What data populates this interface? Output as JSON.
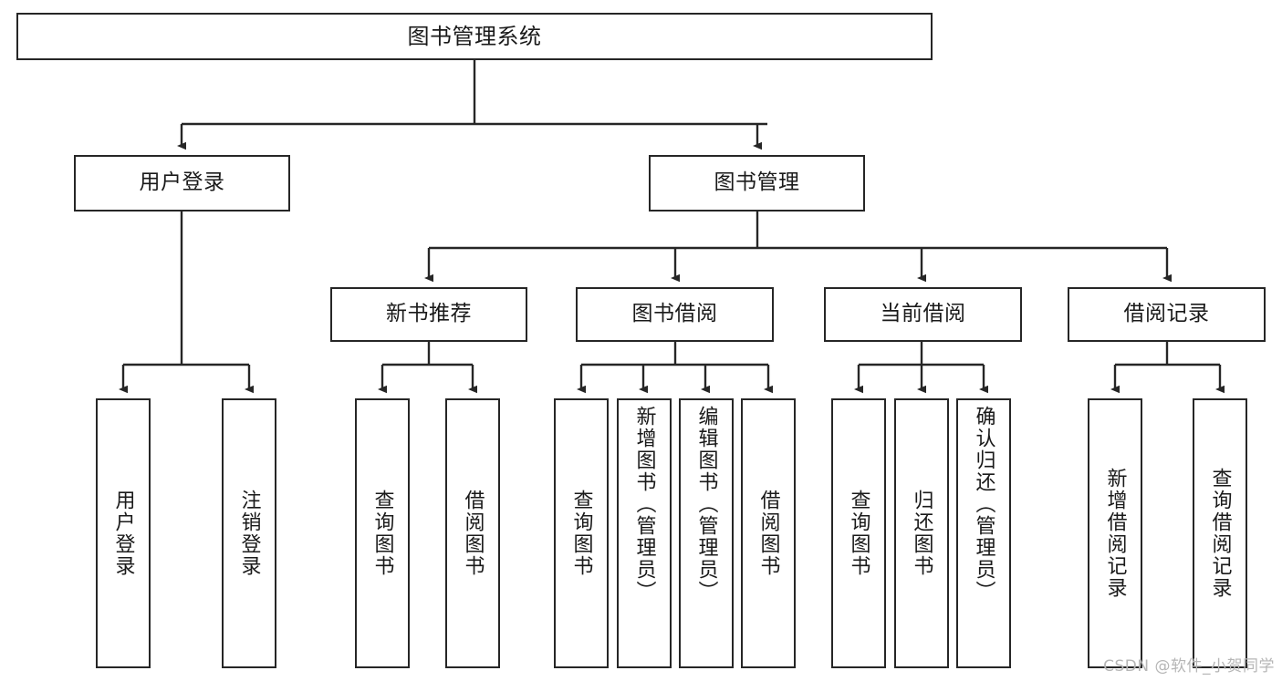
{
  "diagram": {
    "title": "图书管理系统",
    "type": "tree",
    "background_color": "#ffffff",
    "border_color": "#262626",
    "text_color": "#1a1a1a",
    "watermark": "CSDN @软件_小贺同学",
    "levels": {
      "root": "图书管理系统",
      "level2": [
        "用户登录",
        "图书管理"
      ],
      "level3": [
        "新书推荐",
        "图书借阅",
        "当前借阅",
        "借阅记录"
      ]
    },
    "nodes": {
      "root": {
        "label": "图书管理系统"
      },
      "user_login": {
        "label": "用户登录"
      },
      "book_manage": {
        "label": "图书管理"
      },
      "new_book_rec": {
        "label": "新书推荐"
      },
      "book_borrow": {
        "label": "图书借阅"
      },
      "current_borrow": {
        "label": "当前借阅"
      },
      "borrow_record": {
        "label": "借阅记录"
      },
      "leaf_user_login": {
        "label": "用户登录"
      },
      "leaf_user_logout": {
        "label": "注销登录"
      },
      "leaf_query_book_1": {
        "label": "查询图书"
      },
      "leaf_borrow_book_1": {
        "label": "借阅图书"
      },
      "leaf_query_book_2": {
        "label": "查询图书"
      },
      "leaf_add_book": {
        "label": "新增图书（管理员）"
      },
      "leaf_edit_book": {
        "label": "编辑图书（管理员）"
      },
      "leaf_borrow_book_2": {
        "label": "借阅图书"
      },
      "leaf_query_book_3": {
        "label": "查询图书"
      },
      "leaf_return_book": {
        "label": "归还图书"
      },
      "leaf_confirm_return": {
        "label": "确认归还（管理员）"
      },
      "leaf_add_record": {
        "label": "新增借阅记录"
      },
      "leaf_query_record": {
        "label": "查询借阅记录"
      }
    },
    "edges": [
      {
        "from": "root",
        "to": "user_login"
      },
      {
        "from": "root",
        "to": "book_manage"
      },
      {
        "from": "user_login",
        "to": "leaf_user_login"
      },
      {
        "from": "user_login",
        "to": "leaf_user_logout"
      },
      {
        "from": "book_manage",
        "to": "new_book_rec"
      },
      {
        "from": "book_manage",
        "to": "book_borrow"
      },
      {
        "from": "book_manage",
        "to": "current_borrow"
      },
      {
        "from": "book_manage",
        "to": "borrow_record"
      },
      {
        "from": "new_book_rec",
        "to": "leaf_query_book_1"
      },
      {
        "from": "new_book_rec",
        "to": "leaf_borrow_book_1"
      },
      {
        "from": "book_borrow",
        "to": "leaf_query_book_2"
      },
      {
        "from": "book_borrow",
        "to": "leaf_add_book"
      },
      {
        "from": "book_borrow",
        "to": "leaf_edit_book"
      },
      {
        "from": "book_borrow",
        "to": "leaf_borrow_book_2"
      },
      {
        "from": "current_borrow",
        "to": "leaf_query_book_3"
      },
      {
        "from": "current_borrow",
        "to": "leaf_return_book"
      },
      {
        "from": "current_borrow",
        "to": "leaf_confirm_return"
      },
      {
        "from": "borrow_record",
        "to": "leaf_add_record"
      },
      {
        "from": "borrow_record",
        "to": "leaf_query_record"
      }
    ]
  }
}
